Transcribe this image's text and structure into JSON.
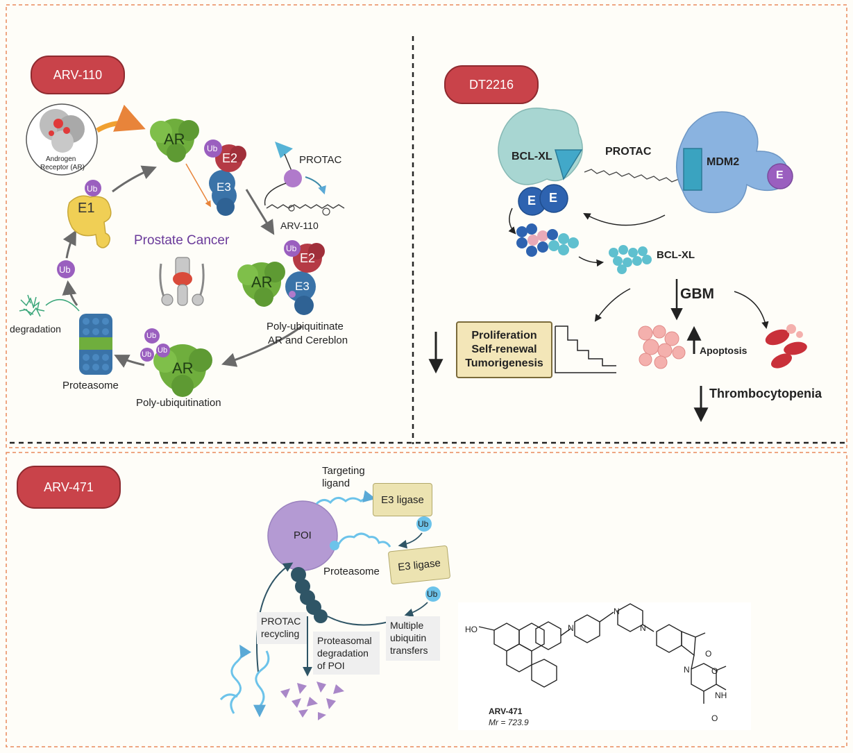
{
  "arv110": {
    "badge": "ARV-110",
    "receptor_label_1": "Androgen",
    "receptor_label_2": "Receptor (AR)",
    "ar": "AR",
    "ub": "Ub",
    "e1": "E1",
    "e2": "E2",
    "e3": "E3",
    "protac": "PROTAC",
    "arv110_label": "ARV-110",
    "prostate_cancer": "Prostate Cancer",
    "poly_ub_ar_1": "Poly-ubiquitinate",
    "poly_ub_ar_2": "AR and Cereblon",
    "poly_ubiquitination": "Poly-ubiquitination",
    "proteasome": "Proteasome",
    "degradation": "degradation"
  },
  "dt2216": {
    "badge": "DT2216",
    "bclxl": "BCL-XL",
    "protac": "PROTAC",
    "mdm2": "MDM2",
    "e": "E",
    "bclxl2": "BCL-XL",
    "gbm": "GBM",
    "box_line1": "Proliferation",
    "box_line2": "Self-renewal",
    "box_line3": "Tumorigenesis",
    "apoptosis": "Apoptosis",
    "thrombocytopenia": "Thrombocytopenia"
  },
  "arv471": {
    "badge": "ARV-471",
    "targeting_ligand_1": "Targeting",
    "targeting_ligand_2": "ligand",
    "e3_ligase": "E3 ligase",
    "ub": "Ub",
    "poi": "POI",
    "proteasome": "Proteasome",
    "e3_ligase_2": "E3 ligase",
    "multi_1": "Multiple",
    "multi_2": "ubiquitin",
    "multi_3": "transfers",
    "protac_recycling_1": "PROTAC",
    "protac_recycling_2": "recycling",
    "prot_deg_1": "Proteasomal",
    "prot_deg_2": "degradation",
    "prot_deg_3": "of POI",
    "structure_name": "ARV-471",
    "mr": "Mr = 723.9",
    "atom_ho": "HO",
    "atom_n": "N",
    "atom_o": "O",
    "atom_nh": "NH"
  },
  "colors": {
    "badge_red": "#c9434a",
    "panel_border": "#e8895a",
    "ar_green": "#6fae3d",
    "e2_red": "#b53a45",
    "e3_blue": "#3a73a8",
    "ub_purple": "#9a5fbf",
    "e1_yellow": "#f0cf55",
    "poi_purple": "#b49ad3",
    "ub_blue": "#6cc3ea",
    "bclxl_teal": "#a8d6d2",
    "mdm2_blue": "#8ab3e0"
  }
}
